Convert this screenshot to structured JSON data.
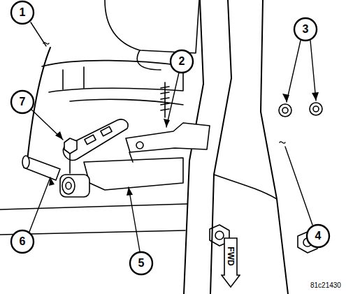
{
  "diagram": {
    "nodes": [
      {
        "text": [
          "FWD"
        ]
      }
    ],
    "labels": [
      "1",
      "7",
      "2",
      "3",
      "4",
      "6",
      "5",
      "81c21430"
    ]
  }
}
